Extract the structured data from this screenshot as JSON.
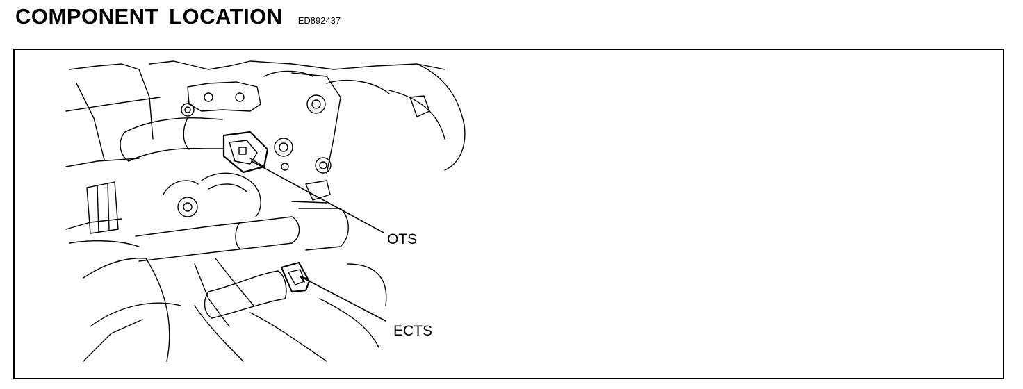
{
  "header": {
    "title": "COMPONENT LOCATION",
    "code": "ED892437"
  },
  "callouts": {
    "ots": "OTS",
    "ects": "ECTS"
  },
  "colors": {
    "line": "#000000",
    "background": "#ffffff"
  }
}
